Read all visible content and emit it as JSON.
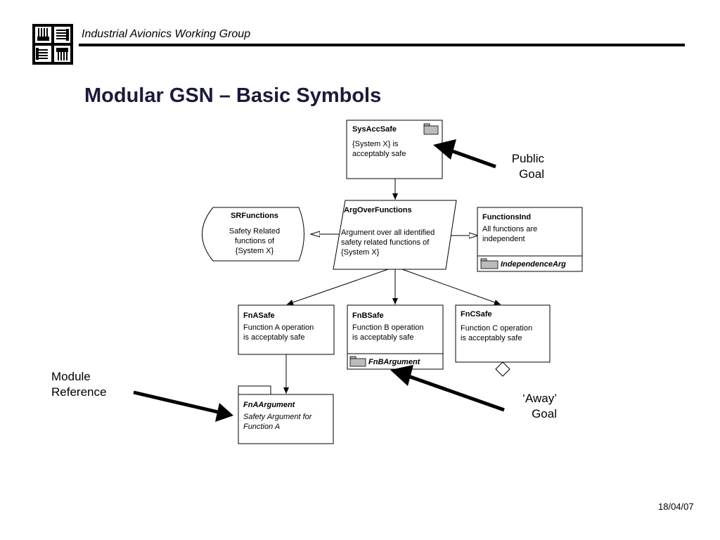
{
  "header": {
    "org": "Industrial Avionics Working Group",
    "logo": "hands-logo-icon"
  },
  "title": "Modular GSN – Basic Symbols",
  "footer": {
    "date": "18/04/07"
  },
  "nodes": {
    "sysaccsafe": {
      "id": "SysAccSafe",
      "text": [
        "{System X} is",
        "acceptably safe"
      ]
    },
    "argoverfunctions": {
      "id": "ArgOverFunctions",
      "text": [
        "Argument over all identified",
        "safety related functions of",
        "{System X}"
      ]
    },
    "srfunctions": {
      "id": "SRFunctions",
      "text": [
        "Safety Related",
        "functions of",
        "{System X}"
      ]
    },
    "functionsind": {
      "id": "FunctionsInd",
      "text": [
        "All functions are",
        "independent"
      ],
      "module": "IndependenceArg"
    },
    "fnasafe": {
      "id": "FnASafe",
      "text": [
        "Function A operation",
        "is acceptably safe"
      ]
    },
    "fnbsafe": {
      "id": "FnBSafe",
      "text": [
        "Function B operation",
        "is acceptably safe"
      ],
      "module": "FnBArgument"
    },
    "fncsafe": {
      "id": "FnCSafe",
      "text": [
        "Function C operation",
        "is acceptably safe"
      ]
    },
    "fnaargument": {
      "id": "FnAArgument",
      "text": [
        "Safety Argument for",
        "Function A"
      ]
    }
  },
  "callouts": {
    "public_goal": [
      "Public",
      "Goal"
    ],
    "module_reference": [
      "Module",
      "Reference"
    ],
    "away_goal": [
      "‘Away’",
      "Goal"
    ]
  }
}
